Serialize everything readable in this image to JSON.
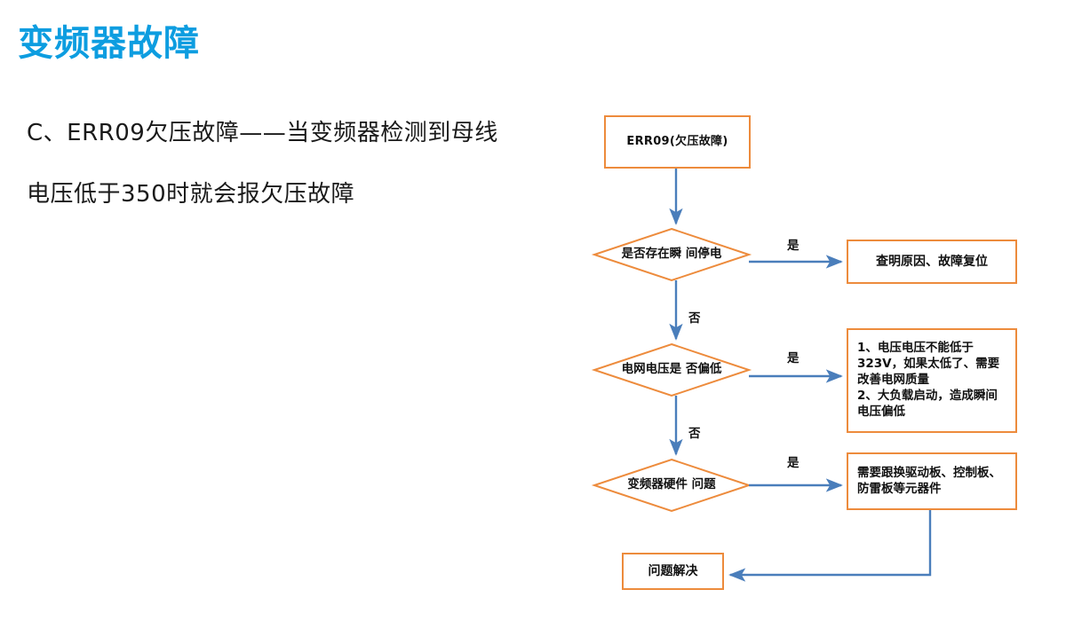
{
  "slide": {
    "title": "变频器故障",
    "title_color": "#0D9DE0",
    "body": {
      "line1": "C、ERR09欠压故障——当变频器检测到母线",
      "line2": "电压低于350时就会报欠压故障"
    }
  },
  "theme": {
    "node_border": "#ED8B3C",
    "connector": "#4A7EBB",
    "text": "#111111",
    "background": "#FFFFFF"
  },
  "flowchart": {
    "type": "flowchart",
    "nodes": {
      "start": {
        "id": "start",
        "shape": "rect",
        "label": "ERR09(欠压故障)"
      },
      "decision_1": {
        "id": "decision_1",
        "shape": "diamond",
        "label": "是否存在瞬\n间停电"
      },
      "decision_2": {
        "id": "decision_2",
        "shape": "diamond",
        "label": "电网电压是\n否偏低"
      },
      "decision_3": {
        "id": "decision_3",
        "shape": "diamond",
        "label": "变频器硬件\n问题"
      },
      "result_1": {
        "id": "result_1",
        "shape": "rect",
        "label": "查明原因、故障复位"
      },
      "result_2": {
        "id": "result_2",
        "shape": "rect",
        "label": "1、电压电压不能低于323V，如果太低了、需要改善电网质量\n2、大负载启动，造成瞬间电压偏低"
      },
      "result_3": {
        "id": "result_3",
        "shape": "rect",
        "label": "需要跟换驱动板、控制板、防雷板等元器件"
      },
      "end": {
        "id": "end",
        "shape": "rect",
        "label": "问题解决"
      }
    },
    "edges": [
      {
        "from": "start",
        "to": "decision_1",
        "label": ""
      },
      {
        "from": "decision_1",
        "to": "result_1",
        "label": "是"
      },
      {
        "from": "decision_1",
        "to": "decision_2",
        "label": "否"
      },
      {
        "from": "decision_2",
        "to": "result_2",
        "label": "是"
      },
      {
        "from": "decision_2",
        "to": "decision_3",
        "label": "否"
      },
      {
        "from": "decision_3",
        "to": "result_3",
        "label": "是"
      },
      {
        "from": "result_3",
        "to": "end",
        "label": ""
      }
    ]
  }
}
